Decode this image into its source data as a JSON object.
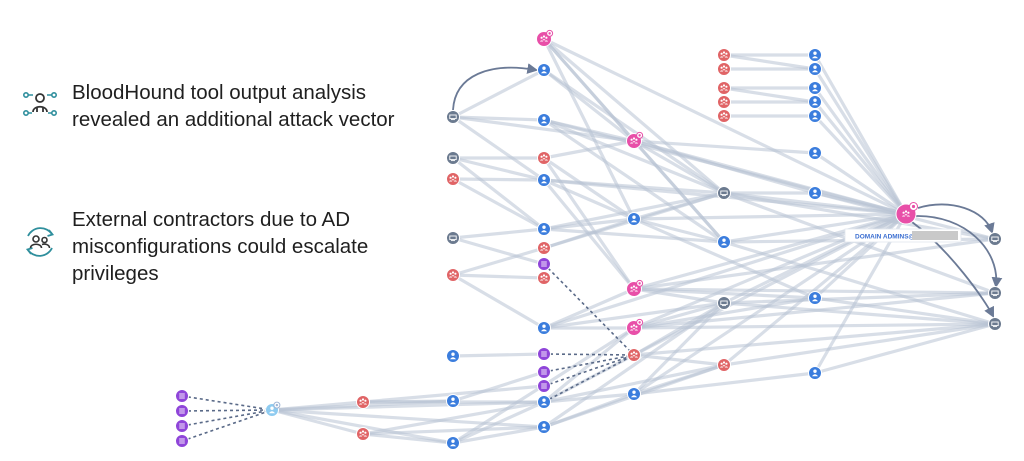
{
  "bullets": [
    {
      "icon": "person-network-icon",
      "text": "BloodHound tool output analysis revealed an additional attack vector"
    },
    {
      "icon": "contractors-cycle-icon",
      "text": "External contractors due to AD misconfigurations could escalate privileges"
    }
  ],
  "graph": {
    "target_label": "DOMAIN ADMINS@",
    "colors": {
      "user": "#3b7ddd",
      "computer": "#6b7a8f",
      "group": "#e06466",
      "admin_group": "#e84fa8",
      "ou": "#8f45d9",
      "origin": "#8ecbf0",
      "edge": "#b8c2d4",
      "edge_dark": "#6b7a96"
    }
  }
}
